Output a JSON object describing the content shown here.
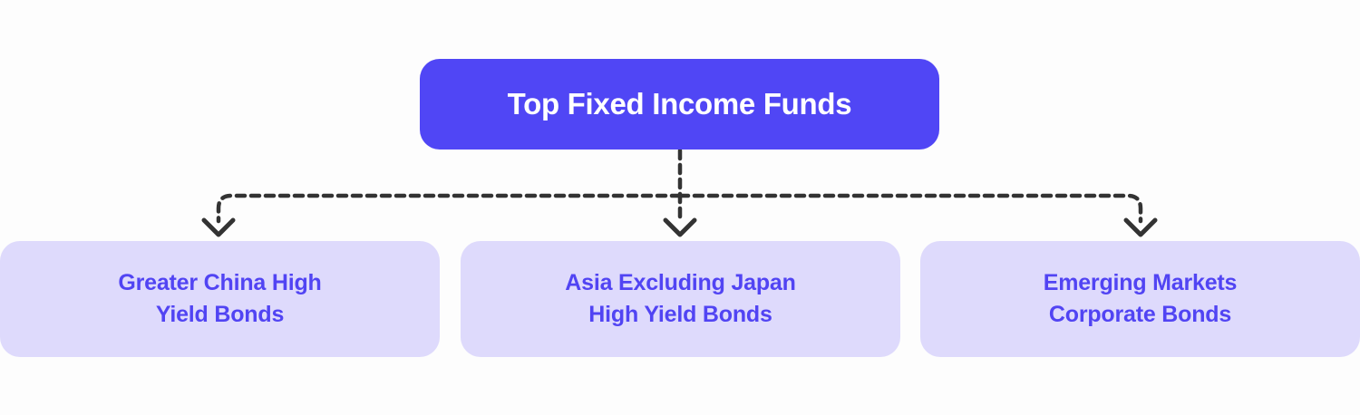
{
  "diagram": {
    "type": "tree",
    "orientation": "top-down",
    "background_color": "#fdfdfd",
    "root": {
      "label": "Top Fixed Income Funds",
      "background_color": "#5046f5",
      "text_color": "#ffffff"
    },
    "children": [
      {
        "label": "Greater China High\nYield Bonds",
        "background_color": "#dedafc",
        "text_color": "#5144f3"
      },
      {
        "label": "Asia Excluding Japan\nHigh Yield Bonds",
        "background_color": "#dedafc",
        "text_color": "#5144f3"
      },
      {
        "label": "Emerging Markets\nCorporate Bonds",
        "background_color": "#dedafc",
        "text_color": "#5144f3"
      }
    ],
    "connectors": {
      "style": "dashed",
      "color": "#333333",
      "arrowhead": "chevron"
    }
  }
}
